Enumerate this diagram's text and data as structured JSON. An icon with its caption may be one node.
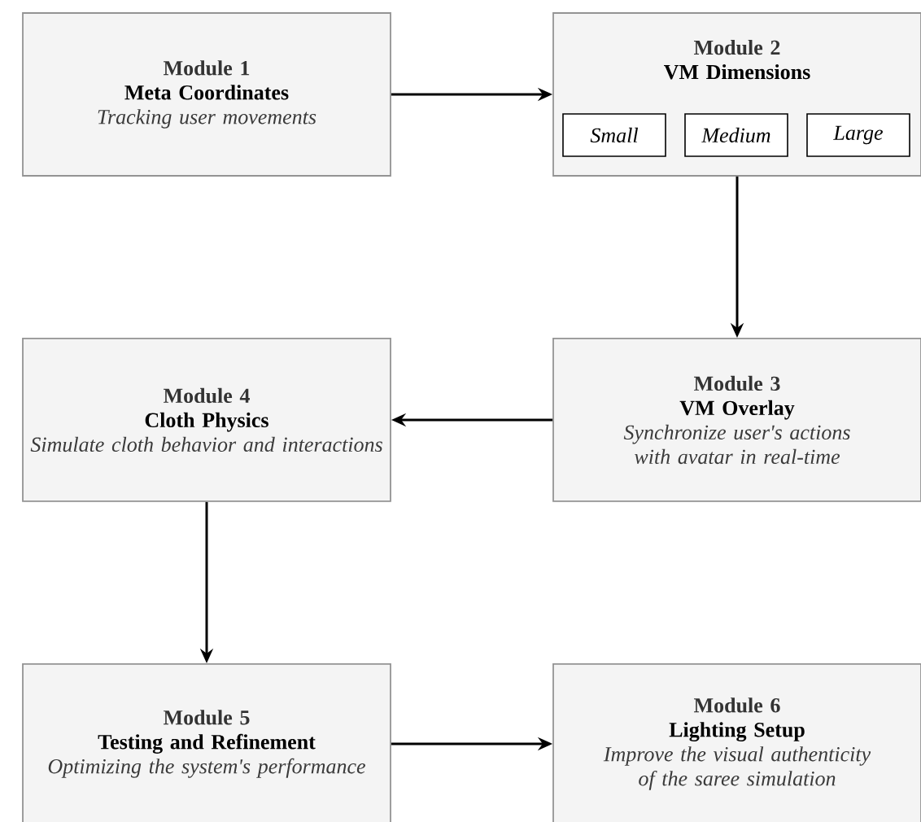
{
  "diagram": {
    "nodes": [
      {
        "text": [
          "Module 1",
          "Meta Coordinates",
          "Tracking user movements"
        ]
      },
      {
        "text": [
          "Module 2",
          "VM Dimensions"
        ]
      },
      {
        "text": [
          "Small"
        ],
        "in": 1
      },
      {
        "text": [
          "Medium"
        ],
        "in": 1
      },
      {
        "text": [
          "Large"
        ],
        "in": 1
      },
      {
        "text": [
          "Module 4",
          "Cloth Physics",
          "Simulate cloth behavior and interactions"
        ]
      },
      {
        "text": [
          "Module 3",
          "VM Overlay",
          "Synchronize user's actions with avatar in real-time"
        ]
      },
      {
        "text": [
          "Module 5",
          "Testing and Refinement",
          "Optimizing the system's performance"
        ]
      },
      {
        "text": [
          "Module 6",
          "Lighting Setup",
          "Improve the visual authenticity of the saree simulation"
        ]
      }
    ],
    "edges": [
      {
        "from": 0,
        "to": 1,
        "arrow": "to"
      },
      {
        "from": 1,
        "to": 6,
        "arrow": "to"
      },
      {
        "from": 6,
        "to": 5,
        "arrow": "to"
      },
      {
        "from": 5,
        "to": 7,
        "arrow": "to"
      },
      {
        "from": 7,
        "to": 8,
        "arrow": "to"
      }
    ]
  }
}
